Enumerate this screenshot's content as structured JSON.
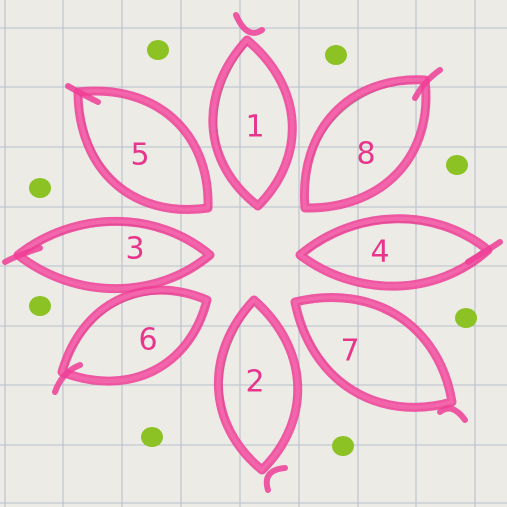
{
  "colors": {
    "paper": "#ecebe6",
    "grid": "#b9c0cc",
    "petal_stroke": "#ee3d95",
    "petal_highlight": "#f56aae",
    "pencil": "#5a5a5a",
    "dot": "#8cc224",
    "number": "#e8358c"
  },
  "petals": [
    {
      "number": "1"
    },
    {
      "number": "2"
    },
    {
      "number": "3"
    },
    {
      "number": "4"
    },
    {
      "number": "5"
    },
    {
      "number": "6"
    },
    {
      "number": "7"
    },
    {
      "number": "8"
    }
  ],
  "dots": {
    "count": 8,
    "icon": "green-dot-icon"
  },
  "grid": {
    "visible": true
  }
}
